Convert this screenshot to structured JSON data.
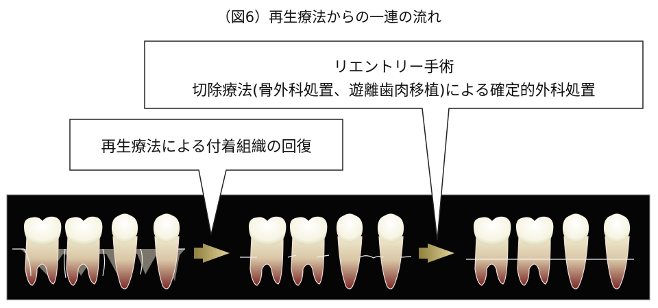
{
  "title": "（図6）再生療法からの一連の流れ",
  "callouts": {
    "regeneration": "再生療法による付着組織の回復",
    "reentry_title": "リエントリー手術",
    "reentry_detail": "切除療法(骨外科処置、遊離歯肉移植)による確定的外科処置"
  },
  "colors": {
    "panel": "#050505",
    "arrow": "#b8a860",
    "bone_loss": "#7a756a"
  }
}
